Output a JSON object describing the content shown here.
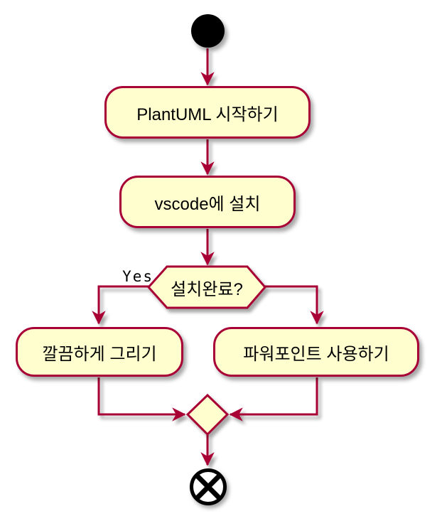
{
  "colors": {
    "background": "#FFFFFF",
    "node_fill": "#FEFECE",
    "line": "#A80036",
    "text": "#000000",
    "start_fill": "#000000",
    "end_ring": "#000000"
  },
  "diagram": {
    "kind": "plantuml-activity-diagram",
    "start": {
      "kind": "initial-node"
    },
    "actions": {
      "step1": {
        "label": "PlantUML 시작하기"
      },
      "step2": {
        "label": "vscode에 설치"
      },
      "branch_left": {
        "label": "깔끔하게 그리기"
      },
      "branch_right": {
        "label": "파워포인트 사용하기"
      }
    },
    "decision": {
      "label": "설치완료?",
      "yes_label": "Yes"
    },
    "merge": {
      "kind": "merge-diamond"
    },
    "end": {
      "kind": "final-node"
    },
    "edges": [
      {
        "from": "start",
        "to": "step1"
      },
      {
        "from": "step1",
        "to": "step2"
      },
      {
        "from": "step2",
        "to": "decision"
      },
      {
        "from": "decision",
        "to": "branch_left",
        "label": "Yes"
      },
      {
        "from": "decision",
        "to": "branch_right"
      },
      {
        "from": "branch_left",
        "to": "merge"
      },
      {
        "from": "branch_right",
        "to": "merge"
      },
      {
        "from": "merge",
        "to": "end"
      }
    ]
  }
}
